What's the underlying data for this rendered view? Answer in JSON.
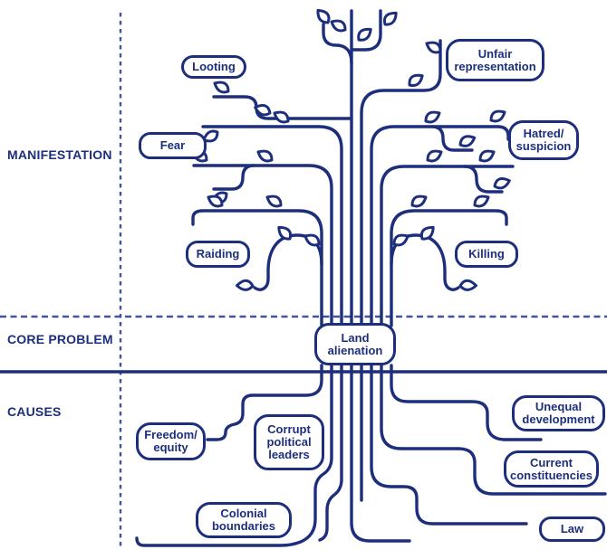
{
  "colors": {
    "ink": "#1d2f7c",
    "dash_guides": "#44549c",
    "background": "#ffffff"
  },
  "sections": {
    "manifestation": "MANIFESTATION",
    "core_problem": "CORE PROBLEM",
    "causes": "CAUSES"
  },
  "nodes": {
    "looting": {
      "lines": [
        "Looting"
      ]
    },
    "fear": {
      "lines": [
        "Fear"
      ]
    },
    "raiding": {
      "lines": [
        "Raiding"
      ]
    },
    "unfair_representation": {
      "lines": [
        "Unfair",
        "representation"
      ]
    },
    "hatred_suspicion": {
      "lines": [
        "Hatred/",
        "suspicion"
      ]
    },
    "killing": {
      "lines": [
        "Killing"
      ]
    },
    "land_alienation": {
      "lines": [
        "Land",
        "alienation"
      ]
    },
    "freedom_equity": {
      "lines": [
        "Freedom/",
        "equity"
      ]
    },
    "corrupt_political_leaders": {
      "lines": [
        "Corrupt",
        "political",
        "leaders"
      ]
    },
    "colonial_boundaries": {
      "lines": [
        "Colonial",
        "boundaries"
      ]
    },
    "unequal_development": {
      "lines": [
        "Unequal",
        "development"
      ]
    },
    "current_constituencies": {
      "lines": [
        "Current",
        "constituencies"
      ]
    },
    "law": {
      "lines": [
        "Law"
      ]
    }
  }
}
